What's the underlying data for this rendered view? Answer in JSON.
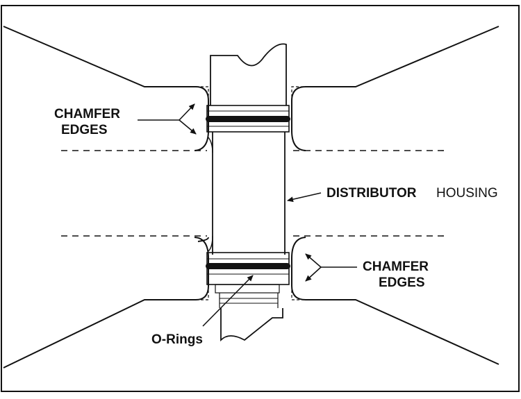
{
  "labels": {
    "chamfer_left": [
      "CHAMFER",
      "EDGES"
    ],
    "chamfer_right": [
      "CHAMFER",
      "EDGES"
    ],
    "distributor_bold": "DISTRIBUTOR",
    "distributor_light": "HOUSING",
    "o_rings": "O-Rings"
  },
  "colors": {
    "stroke": "#111111",
    "background": "#ffffff",
    "o_ring": "#111111"
  }
}
